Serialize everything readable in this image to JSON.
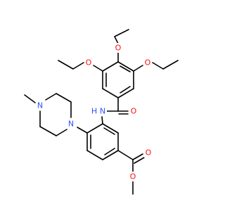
{
  "colors": {
    "background": "#ffffff",
    "bond": "#000000",
    "oxygen": "#ff0d0d",
    "nitrogen": "#3050f8",
    "hydrogen_on_nitrogen": "#3050f8"
  },
  "molecule": {
    "atoms": [
      {
        "id": "o-ethoxy-top",
        "symbol": "O",
        "element": "oxygen"
      },
      {
        "id": "o-ethoxy-left",
        "symbol": "O",
        "element": "oxygen"
      },
      {
        "id": "o-ethoxy-right",
        "symbol": "O",
        "element": "oxygen"
      },
      {
        "id": "nh-amide",
        "symbol": "N",
        "element": "nitrogen",
        "h_label": "H"
      },
      {
        "id": "o-amide",
        "symbol": "O",
        "element": "oxygen"
      },
      {
        "id": "n-piperazine-methyl",
        "symbol": "N",
        "element": "nitrogen"
      },
      {
        "id": "n-piperazine-aryl",
        "symbol": "N",
        "element": "nitrogen"
      },
      {
        "id": "o-ester-carbonyl",
        "symbol": "O",
        "element": "oxygen"
      },
      {
        "id": "o-ester-methoxy",
        "symbol": "O",
        "element": "oxygen"
      }
    ]
  }
}
